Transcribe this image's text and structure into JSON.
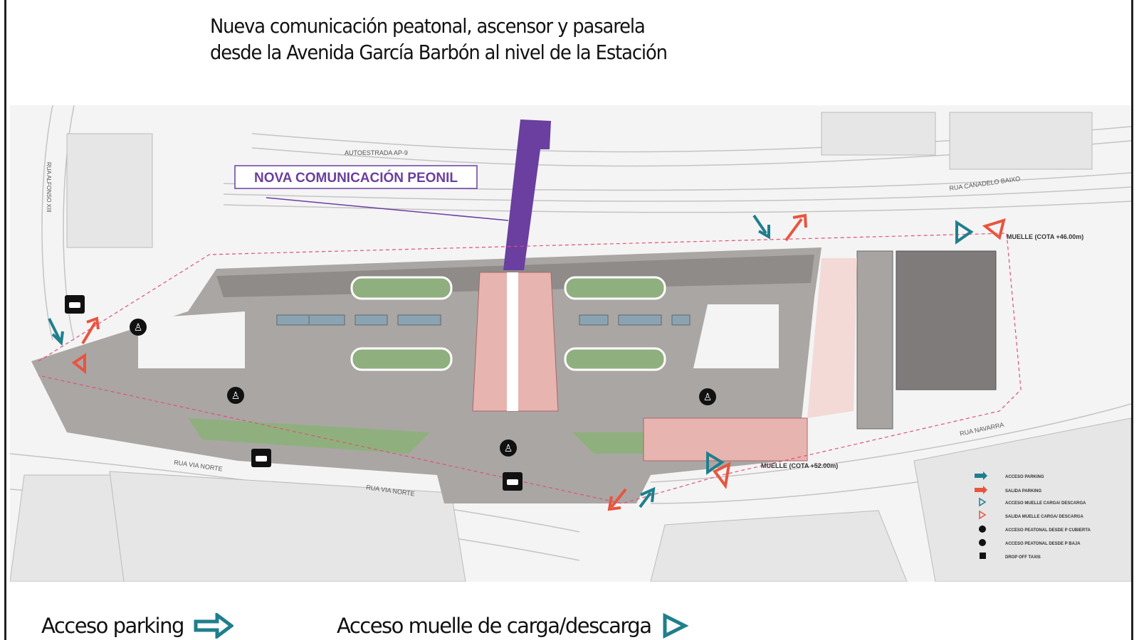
{
  "title": {
    "line1": "Nueva comunicación peatonal, ascensor y pasarela",
    "line2": "desde la Avenida García Barbón al nivel de la Estación"
  },
  "map": {
    "callout": "NOVA  COMUNICACIÓN  PEONIL",
    "streets": {
      "autoestrada": "AUTOESTRADA AP-9",
      "canadelo": "RUA CANADELO BAIXO",
      "via_norte_1": "RUA VIA NORTE",
      "via_norte_2": "RUA VIA NORTE",
      "navarra": "RUA NAVARRA",
      "alfonso": "RUA ALFONSO XIII"
    },
    "muelle_1": "MUELLE (COTA +46.00m)",
    "muelle_2": "MUELLE (COTA +52.00m)",
    "legend": [
      {
        "icon": "access-parking-arrow-icon",
        "label": "ACCESO PARKING"
      },
      {
        "icon": "exit-parking-arrow-icon",
        "label": "SALIDA PARKING"
      },
      {
        "icon": "access-dock-triangle-icon",
        "label": "ACCESO MUELLE CARGA/ DESCARGA"
      },
      {
        "icon": "exit-dock-triangle-icon",
        "label": "SALIDA MUELLE CARGA/ DESCARGA"
      },
      {
        "icon": "pedestrian-deck-icon",
        "label": "ACCESO PEATONAL DESDE P CUBIERTA"
      },
      {
        "icon": "pedestrian-ground-icon",
        "label": "ACCESO PEATONAL DESDE P BAJA"
      },
      {
        "icon": "taxi-icon",
        "label": "DROP OFF TAXIS"
      }
    ],
    "colors": {
      "teal": "#1f7f8c",
      "red": "#e8553f",
      "purple": "#6a3fa0",
      "pink": "#e8b4b0",
      "green": "#8fb07e",
      "gray": "#a8a4a2"
    }
  },
  "bottom": {
    "parking": "Acceso parking",
    "muelle": "Acceso muelle de carga/descarga"
  }
}
